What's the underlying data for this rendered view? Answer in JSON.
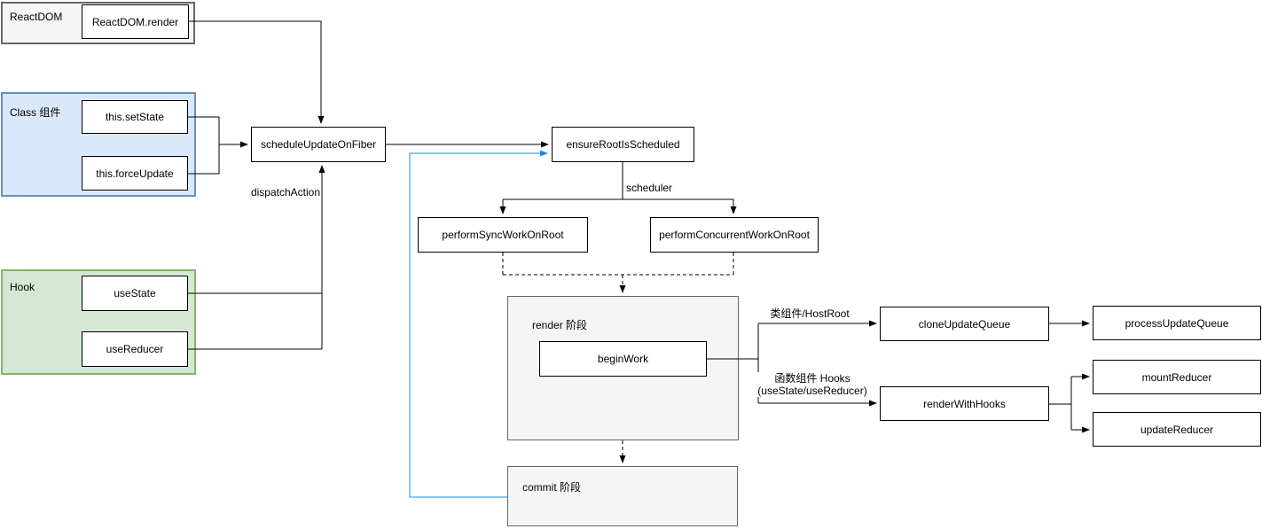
{
  "diagram": {
    "containers": {
      "reactdom": {
        "label": "ReactDOM"
      },
      "class_component": {
        "label": "Class 组件"
      },
      "hook": {
        "label": "Hook"
      },
      "render_phase": {
        "label": "render 阶段"
      },
      "commit_phase": {
        "label": "commit 阶段"
      }
    },
    "nodes": {
      "reactdom_render": {
        "label": "ReactDOM.render"
      },
      "set_state": {
        "label": "this.setState"
      },
      "force_update": {
        "label": "this.forceUpdate"
      },
      "use_state": {
        "label": "useState"
      },
      "use_reducer": {
        "label": "useReducer"
      },
      "schedule_update": {
        "label": "scheduleUpdateOnFiber"
      },
      "ensure_root": {
        "label": "ensureRootIsScheduled"
      },
      "perform_sync": {
        "label": "performSyncWorkOnRoot"
      },
      "perform_concurrent": {
        "label": "performConcurrentWorkOnRoot"
      },
      "begin_work": {
        "label": "beginWork"
      },
      "clone_update_queue": {
        "label": "cloneUpdateQueue"
      },
      "process_update_queue": {
        "label": "processUpdateQueue"
      },
      "render_with_hooks": {
        "label": "renderWithHooks"
      },
      "mount_reducer": {
        "label": "mountReducer"
      },
      "update_reducer": {
        "label": "updateReducer"
      }
    },
    "edge_labels": {
      "dispatch_action": "dispatchAction",
      "scheduler": "scheduler",
      "class_hostroot": "类组件/HostRoot",
      "function_hooks": "函数组件 Hooks",
      "function_hooks_sub": "(useState/useReducer)"
    },
    "colors": {
      "container_gray_fill": "#f5f5f5",
      "container_gray_border": "#666666",
      "class_fill": "#dae8fc",
      "class_border": "#6c8ebf",
      "hook_fill": "#d5e8d4",
      "hook_border": "#82b366",
      "node_fill": "#ffffff",
      "node_border": "#000000",
      "edge_black": "#000000",
      "edge_blue": "#1e88e5"
    }
  }
}
